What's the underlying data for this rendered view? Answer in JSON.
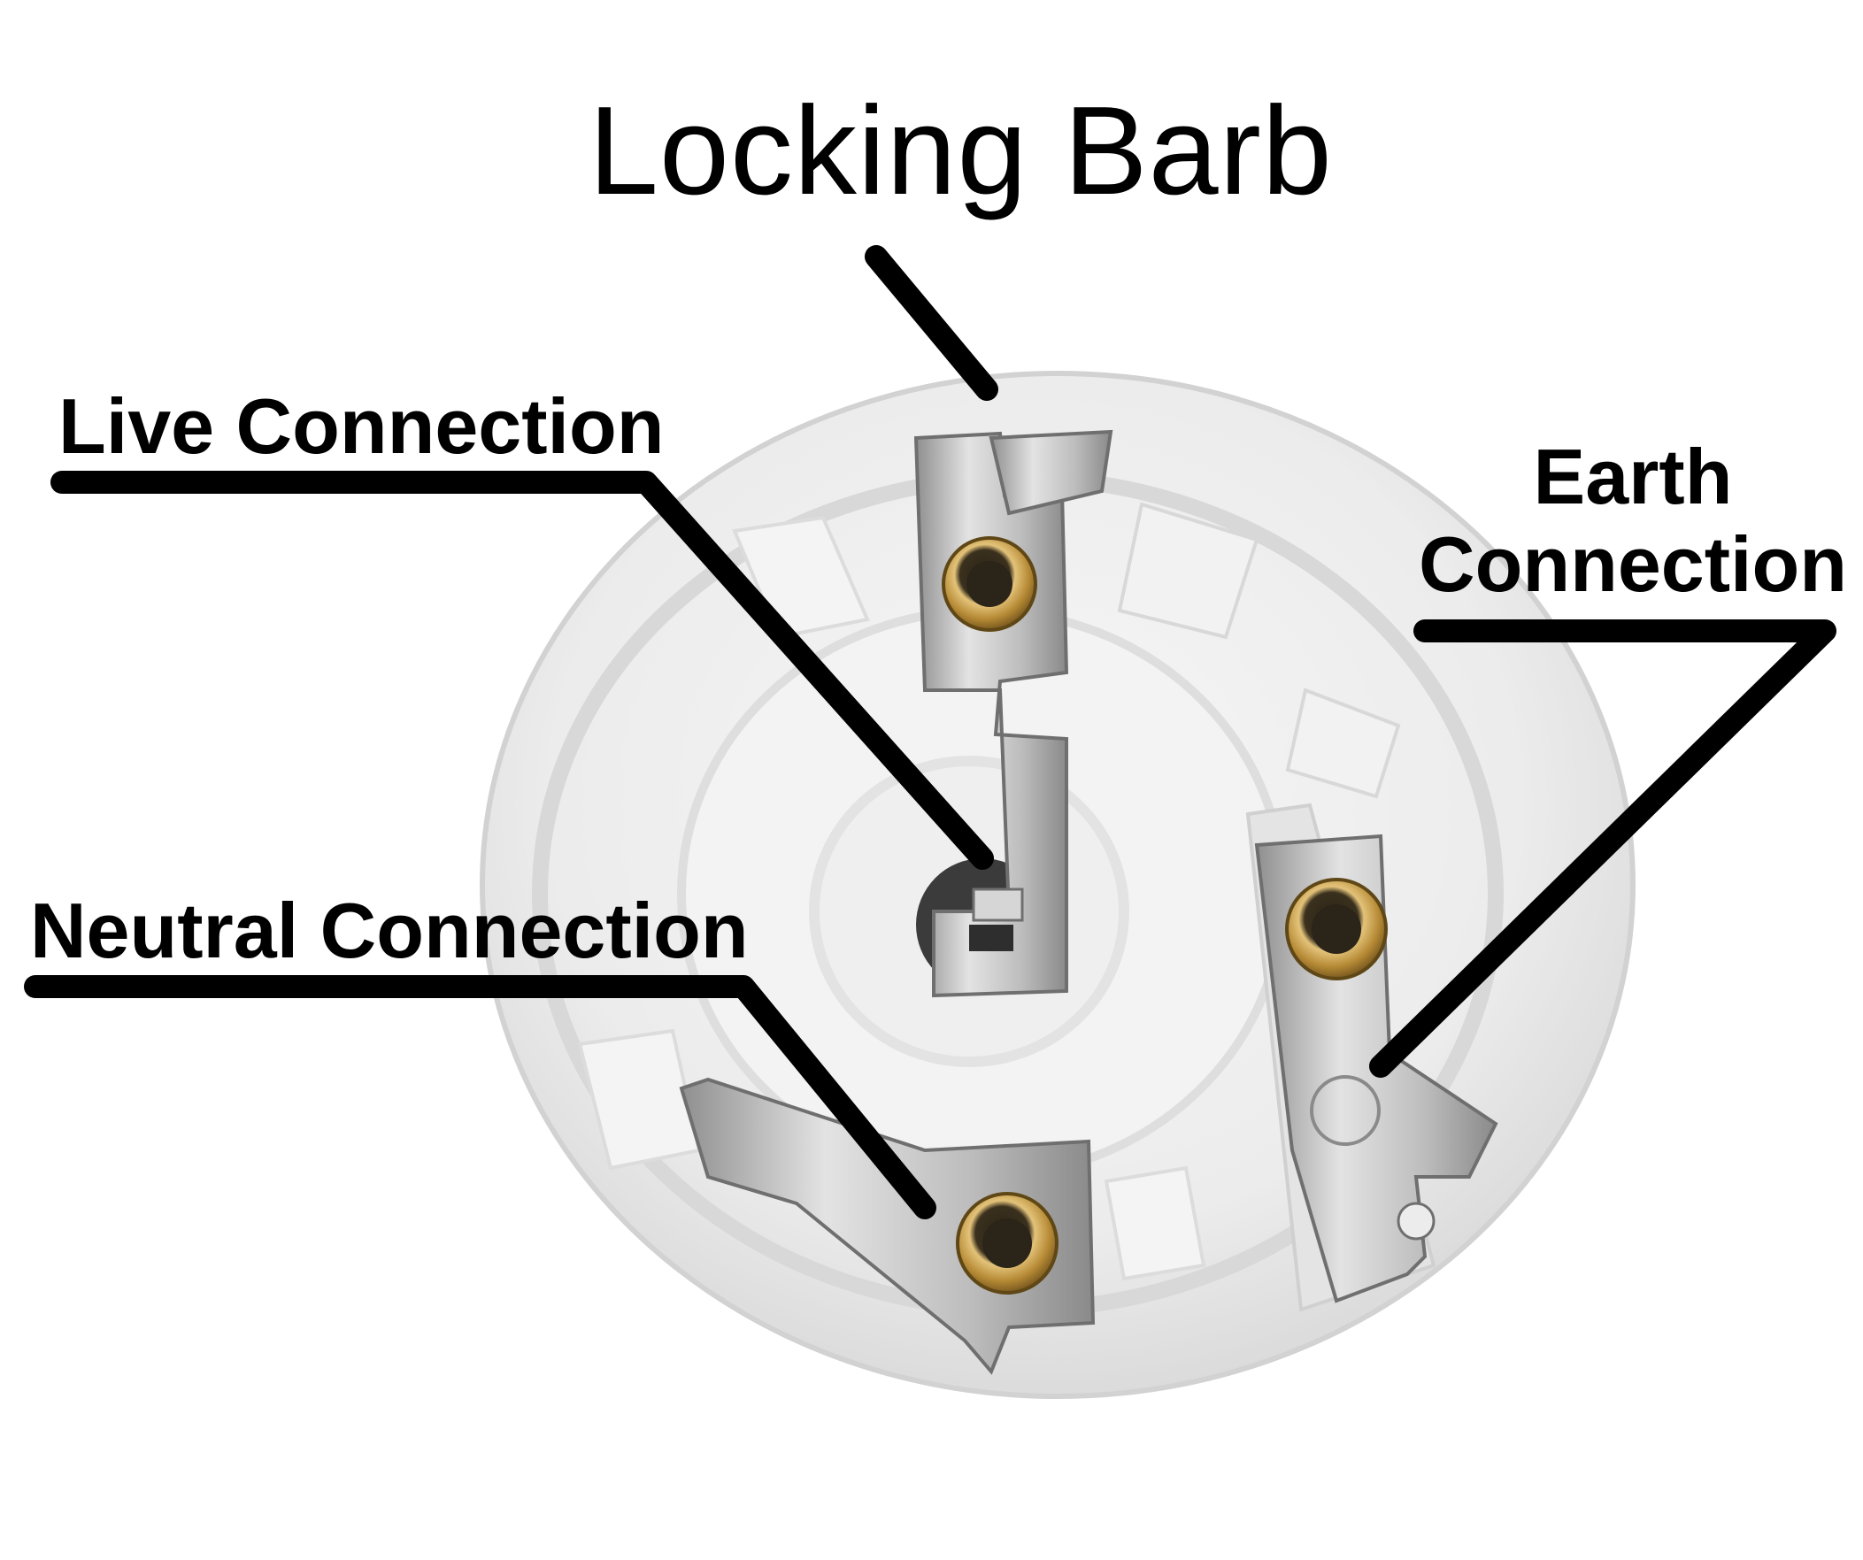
{
  "labels": {
    "locking_barb": "Locking Barb",
    "live": "Live Connection",
    "neutral": "Neutral Connection",
    "earth_line1": "Earth",
    "earth_line2": "Connection"
  },
  "colors": {
    "background": "#ffffff",
    "label_text": "#000000",
    "leader_line": "#000000",
    "porcelain": "#e9e9e9",
    "metal": "#bdbdbd",
    "brass_eyelet": "#c9a24a"
  },
  "icons": {
    "lampholder_base": "lampholder-base-photo"
  }
}
